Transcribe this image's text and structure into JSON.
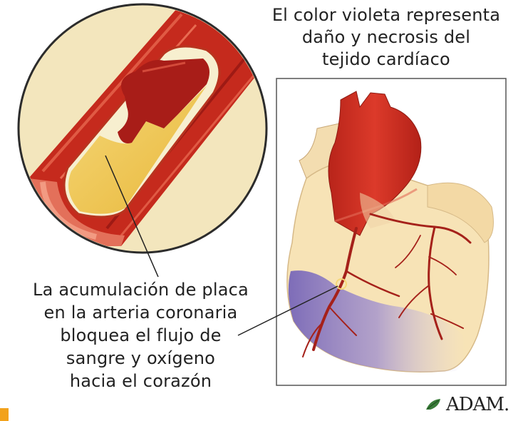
{
  "top_caption": {
    "line1": "El color violeta representa",
    "line2": "daño y necrosis del",
    "line3": "tejido cardíaco"
  },
  "left_caption": {
    "line1": "La acumulación de placa",
    "line2": "en la arteria coronaria",
    "line3": "bloquea el flujo de",
    "line4": "sangre y oxígeno",
    "line5": "hacia el corazón"
  },
  "logo": {
    "text": "ADAM."
  },
  "colors": {
    "artery_red": "#c8251c",
    "plaque_yellow": "#f2c84a",
    "heart_tissue": "#f6e2b2",
    "necrosis_violet": "#8a78c2",
    "inset_background": "#f4e5b8"
  }
}
